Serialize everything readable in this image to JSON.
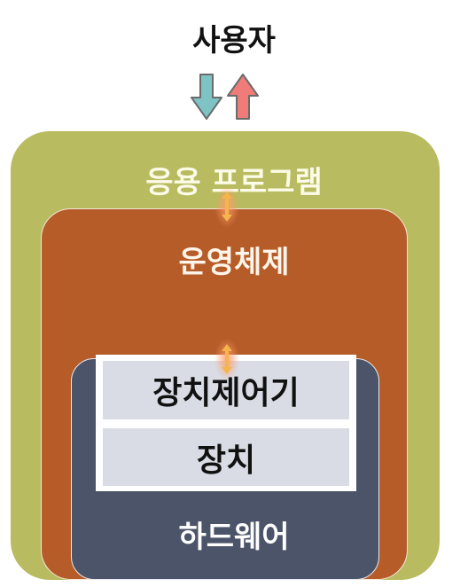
{
  "title": "사용자",
  "layers": {
    "application": "응용 프로그램",
    "operating_system": "운영체제",
    "hardware": "하드웨어"
  },
  "inner_boxes": {
    "device_controller": "장치제어기",
    "device": "장치"
  },
  "colors": {
    "application_layer": "#b8bb5f",
    "os_layer": "#b65c29",
    "hardware_layer": "#4b5468",
    "inner_box": "#d9dce4",
    "down_arrow": "#7fc4c4",
    "up_arrow": "#ef7c78",
    "glow_arrow": "#f5b54a"
  },
  "icons": {
    "down_arrow": "arrow-down-icon",
    "up_arrow": "arrow-up-icon",
    "glow_arrow": "double-arrow-icon"
  }
}
